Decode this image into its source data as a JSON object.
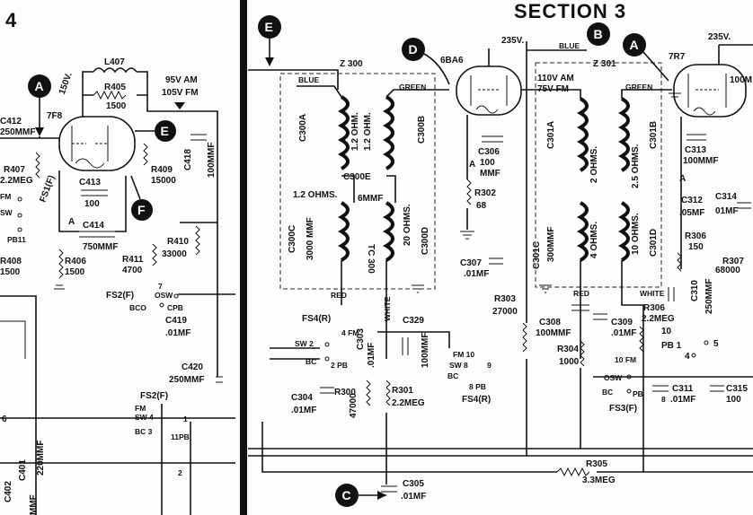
{
  "header": {
    "left_section": "4",
    "right_section": "SECTION 3"
  },
  "markers": {
    "A": "A",
    "B": "B",
    "C": "C",
    "D": "D",
    "E": "E",
    "F": "F"
  },
  "tubes": {
    "v1": "7F8",
    "v2": "6BA6",
    "v3": "7R7"
  },
  "voltages": {
    "v150": "150V.",
    "am95": "95V AM",
    "fm105": "105V FM",
    "v235a": "235V.",
    "v235b": "235V.",
    "am110": "110V AM",
    "fm75": "75V FM"
  },
  "wires": {
    "blue1": "BLUE",
    "blue2": "BLUE",
    "green1": "GREEN",
    "green2": "GREEN",
    "red1": "RED",
    "red2": "RED",
    "white1": "WHITE",
    "white2": "WHITE"
  },
  "zones": {
    "z300": "Z 300",
    "z301": "Z 301"
  },
  "left": {
    "c412": "C412",
    "c412v": "250MMF",
    "r407": "R407",
    "r407v": "2.2MEG",
    "l407": "L407",
    "r405": "R405",
    "r405v": "1500",
    "c413": "C413",
    "c413v": "100",
    "c414": "C414",
    "c414v": "750MMF",
    "r409": "R409",
    "r409v": "15000",
    "c418": "C418",
    "c418v": "100MMF",
    "r408": "R408",
    "r408v": "1500",
    "r406": "R406",
    "r406v": "1500",
    "r411": "R411",
    "r411v": "4700",
    "r410": "R410",
    "r410v": "33000",
    "fs1": "FS1(F)",
    "fm": "FM",
    "sw": "SW",
    "pb11": "PB11",
    "fs2a": "FS2(F)",
    "fs2b": "FS2(F)",
    "c419": "C419",
    "c419v": ".01MF",
    "c420": "C420",
    "c420v": "250MMF",
    "c401v": "220MMF",
    "c401": "C401",
    "c402": "C402",
    "mmf": "MMF",
    "osw": "OSW",
    "bco": "BCO",
    "cpb": "CPB",
    "fm7": "7",
    "fm_sw": "FM",
    "sw4": "SW 4",
    "bc3": "BC 3",
    "pb11b": "11PB",
    "n6": "6",
    "n1": "1",
    "n2": "2",
    "a_lbl": "A"
  },
  "z300": {
    "c300a": "C300A",
    "ohm1": "1.2 OHM.",
    "ohm2": "1.2 OHM.",
    "c300b": "C300B",
    "c300e": "C300E",
    "c300ev": "6MMF",
    "ohm12": "1.2 OHMS.",
    "tc300": "TC 300",
    "c300c": "C300C",
    "c300cv": "3000 MMF",
    "ohm20": "20 OHMS.",
    "c300d": "C300D"
  },
  "mid": {
    "c306": "C306",
    "c306v": "100",
    "c306u": "MMF",
    "r302": "R302",
    "r302v": "68",
    "c307": "C307",
    "c307v": ".01MF",
    "r303": "R303",
    "r303v": "27000",
    "c301c": "C301C",
    "fs4a": "FS4(R)",
    "fs4b": "FS4(R)",
    "c303": "C303",
    "c303v": ".01MF",
    "c329": "C329",
    "c329v": "100MMF",
    "c304": "C304",
    "c304v": ".01MF",
    "r300": "R300",
    "r300v": "47000",
    "r301": "R301",
    "r301v": "2.2MEG",
    "c305": "C305",
    "c305v": ".01MF",
    "r305": "R305",
    "r305v": "3.3MEG",
    "sw2": "SW 2",
    "bc": "BC",
    "pb2": "2 PB",
    "fm4": "4 FM",
    "fm10": "FM 10",
    "sw8": "SW 8",
    "bc8": "BC",
    "pb8": "8 PB",
    "n9": "9",
    "a2": "A"
  },
  "z301": {
    "c301a": "C301A",
    "ohm2": "2 OHMS.",
    "ohm25": "2.5 OHMS.",
    "c301b": "C301B",
    "c300mmf": "300MMF",
    "ohm4": "4 OHMS.",
    "ohm10": "10 OHMS.",
    "c301d": "C301D"
  },
  "right": {
    "c308": "C308",
    "c308v": "100MMF",
    "c309": "C309",
    "c309v": ".01MF",
    "r304": "R304",
    "r304v": "1000",
    "r306": "R306",
    "r306v": "2.2MEG",
    "r306b": "R306",
    "r306bv": "150",
    "c310": "C310",
    "c310v": "250MMF",
    "c312": "C312",
    "c312v": ".05MF",
    "c313": "C313",
    "c313v": "100MMF",
    "c314": "C314",
    "c314v": "01MF",
    "r307": "R307",
    "r307v": "68000",
    "c311": "C311",
    "c311v": ".01MF",
    "c315": "C315",
    "c315v": "100",
    "fs3": "FS3(F)",
    "pb1": "PB 1",
    "n10": "10",
    "n5": "5",
    "n4": "4",
    "fm10": "10 FM",
    "osw": "OSW",
    "bc": "BC",
    "pb": "PB",
    "n8": "8",
    "a3": "A",
    "ohm100": "100M"
  }
}
